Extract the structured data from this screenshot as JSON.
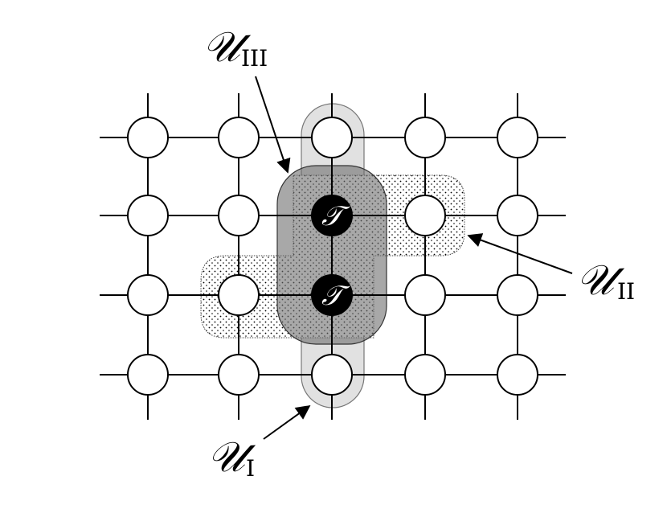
{
  "diagram": {
    "grid": {
      "rows": 4,
      "cols": 5
    },
    "special_nodes": [
      [
        1,
        2
      ],
      [
        2,
        2
      ]
    ],
    "special_symbol": "𝒯",
    "labels": {
      "u1": {
        "main": "𝒰",
        "sub": "I"
      },
      "u2": {
        "main": "𝒰",
        "sub": "II"
      },
      "u3": {
        "main": "𝒰",
        "sub": "III"
      }
    },
    "colors": {
      "line": "#000000",
      "node_fill": "#ffffff",
      "special_fill": "#000000",
      "region_I": "#dcdcdc",
      "region_III": "#7a7a7a",
      "region_II_dots": "#000000"
    }
  }
}
